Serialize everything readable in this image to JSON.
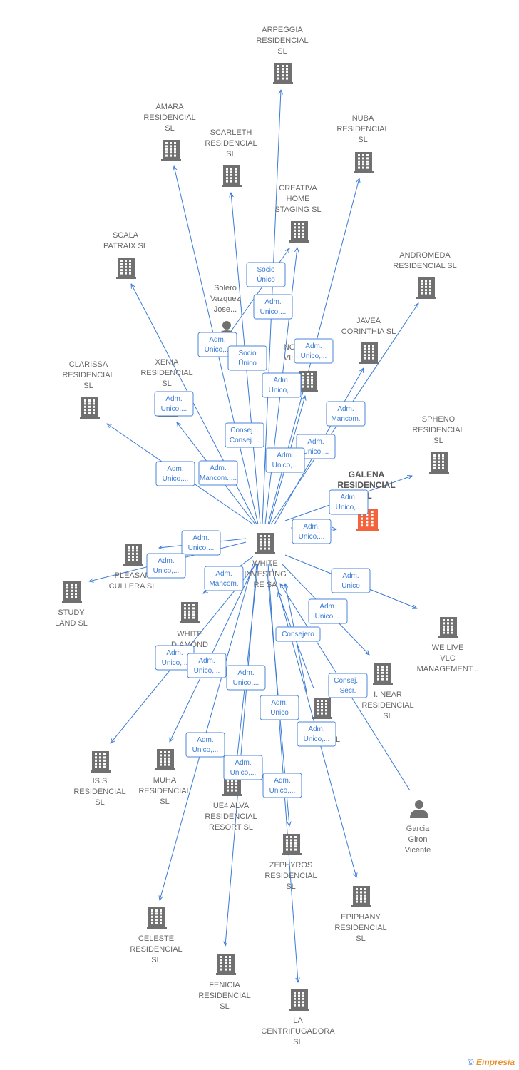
{
  "colors": {
    "edge": "#3a7bd5",
    "building": "#707070",
    "focus": "#f4643c",
    "person": "#707070"
  },
  "brand": {
    "copyright": "©",
    "name": "Empresia"
  },
  "nodes": [
    {
      "id": "white",
      "type": "company",
      "lines": [
        "WHITE",
        "INVESTING",
        "RE SA"
      ]
    },
    {
      "id": "galena",
      "type": "company",
      "focus": true,
      "lines": [
        "GALENA",
        "RESIDENCIAL",
        "SL"
      ]
    },
    {
      "id": "arpeggia",
      "type": "company",
      "lines": [
        "ARPEGGIA",
        "RESIDENCIAL",
        "SL"
      ]
    },
    {
      "id": "amara",
      "type": "company",
      "lines": [
        "AMARA",
        "RESIDENCIAL",
        "SL"
      ]
    },
    {
      "id": "scarleth",
      "type": "company",
      "lines": [
        "SCARLETH",
        "RESIDENCIAL",
        "SL"
      ]
    },
    {
      "id": "nuba",
      "type": "company",
      "lines": [
        "NUBA",
        "RESIDENCIAL",
        "SL"
      ]
    },
    {
      "id": "creativa",
      "type": "company",
      "lines": [
        "CREATIVA",
        "HOME",
        "STAGING  SL"
      ]
    },
    {
      "id": "scala",
      "type": "company",
      "lines": [
        "SCALA",
        "PATRAIX  SL"
      ]
    },
    {
      "id": "andromeda",
      "type": "company",
      "lines": [
        "ANDROMEDA",
        "RESIDENCIAL SL"
      ]
    },
    {
      "id": "solero",
      "type": "person",
      "lines": [
        "Solero",
        "Vazquez",
        "Jose..."
      ]
    },
    {
      "id": "javea",
      "type": "company",
      "lines": [
        "JAVEA",
        "CORINTHIA  SL"
      ]
    },
    {
      "id": "nova",
      "type": "company",
      "lines": [
        "NO",
        "VIL"
      ]
    },
    {
      "id": "clarissa",
      "type": "company",
      "lines": [
        "CLARISSA",
        "RESIDENCIAL",
        "SL"
      ]
    },
    {
      "id": "xenia",
      "type": "company",
      "lines": [
        "XENIA",
        "RESIDENCIAL",
        "SL"
      ]
    },
    {
      "id": "spheno",
      "type": "company",
      "lines": [
        "SPHENO",
        "RESIDENCIAL",
        "SL"
      ]
    },
    {
      "id": "pleasant",
      "type": "company",
      "lines": [
        "PLEASAN",
        "CULLERA  SL"
      ]
    },
    {
      "id": "study",
      "type": "company",
      "lines": [
        "STUDY",
        "LAND  SL"
      ]
    },
    {
      "id": "whitediamond",
      "type": "company",
      "lines": [
        "WHITE",
        "DIAMOND"
      ]
    },
    {
      "id": "welive",
      "type": "company",
      "lines": [
        "WE LIVE",
        "VLC",
        "MANAGEMENT..."
      ]
    },
    {
      "id": "inear",
      "type": "company",
      "lines": [
        "I. NEAR",
        "RESIDENCIAL",
        "SL"
      ]
    },
    {
      "id": "hidden",
      "type": "company",
      "lines": [
        "L"
      ]
    },
    {
      "id": "isis",
      "type": "company",
      "lines": [
        "ISIS",
        "RESIDENCIAL",
        "SL"
      ]
    },
    {
      "id": "muha",
      "type": "company",
      "lines": [
        "MUHA",
        "RESIDENCIAL",
        "SL"
      ]
    },
    {
      "id": "ue4",
      "type": "company",
      "lines": [
        "UE4 ALVA",
        "RESIDENCIAL",
        "RESORT  SL"
      ]
    },
    {
      "id": "garcia",
      "type": "person",
      "lines": [
        "Garcia",
        "Giron",
        "Vicente"
      ]
    },
    {
      "id": "zephyros",
      "type": "company",
      "lines": [
        "ZEPHYROS",
        "RESIDENCIAL",
        "SL"
      ]
    },
    {
      "id": "epiphany",
      "type": "company",
      "lines": [
        "EPIPHANY",
        "RESIDENCIAL",
        "SL"
      ]
    },
    {
      "id": "celeste",
      "type": "company",
      "lines": [
        "CELESTE",
        "RESIDENCIAL",
        "SL"
      ]
    },
    {
      "id": "fenicia",
      "type": "company",
      "lines": [
        "FENICIA",
        "RESIDENCIAL",
        "SL"
      ]
    },
    {
      "id": "centrifugadora",
      "type": "company",
      "lines": [
        "LA",
        "CENTRIFUGADORA",
        "SL"
      ]
    }
  ],
  "relations": [
    {
      "lines": [
        "Socio",
        "Único"
      ]
    },
    {
      "lines": [
        "Adm.",
        "Unico,..."
      ]
    },
    {
      "lines": [
        "Adm.",
        "Unico,..."
      ]
    },
    {
      "lines": [
        "Socio",
        "Único"
      ]
    },
    {
      "lines": [
        "Adm.",
        "Unico,..."
      ]
    },
    {
      "lines": [
        "Adm.",
        "Unico,..."
      ]
    },
    {
      "lines": [
        "Adm.",
        "Unico,..."
      ]
    },
    {
      "lines": [
        "Adm.",
        "Mancom."
      ]
    },
    {
      "lines": [
        "Consej. .",
        "Consej...."
      ]
    },
    {
      "lines": [
        "Adm.",
        "Unico,..."
      ]
    },
    {
      "lines": [
        "Adm.",
        "Unico,..."
      ]
    },
    {
      "lines": [
        "Adm.",
        "Unico,..."
      ]
    },
    {
      "lines": [
        "Adm.",
        "Mancom.,..."
      ]
    },
    {
      "lines": [
        "Adm.",
        "Unico,..."
      ]
    },
    {
      "lines": [
        "Adm.",
        "Unico,..."
      ]
    },
    {
      "lines": [
        "Adm.",
        "Unico,..."
      ]
    },
    {
      "lines": [
        "Adm.",
        "Unico,..."
      ]
    },
    {
      "lines": [
        "Adm.",
        "Mancom."
      ]
    },
    {
      "lines": [
        "Adm.",
        "Unico"
      ]
    },
    {
      "lines": [
        "Adm.",
        "Unico,..."
      ]
    },
    {
      "lines": [
        "Consejero"
      ]
    },
    {
      "lines": [
        "Adm.",
        "Unico,..."
      ]
    },
    {
      "lines": [
        "Adm.",
        "Unico,..."
      ]
    },
    {
      "lines": [
        "Adm.",
        "Unico,..."
      ]
    },
    {
      "lines": [
        "Consej. .",
        "Secr."
      ]
    },
    {
      "lines": [
        "Adm.",
        "Unico"
      ]
    },
    {
      "lines": [
        "Adm.",
        "Unico,..."
      ]
    },
    {
      "lines": [
        "Adm.",
        "Unico,..."
      ]
    },
    {
      "lines": [
        "Adm.",
        "Unico,..."
      ]
    },
    {
      "lines": [
        "Adm.",
        "Unico,..."
      ]
    }
  ]
}
